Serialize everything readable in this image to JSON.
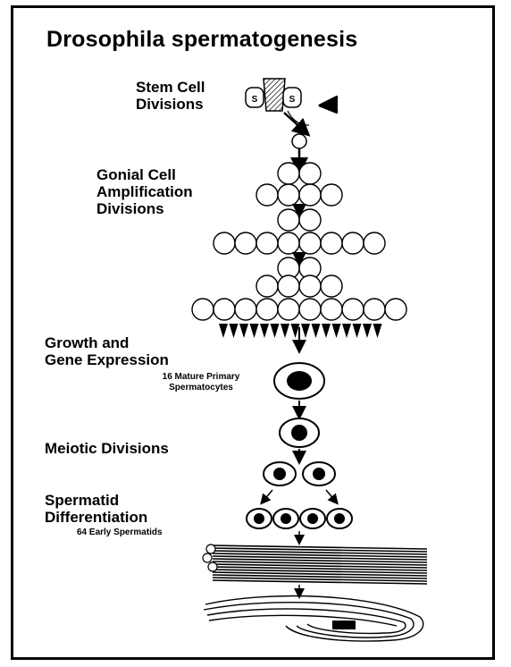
{
  "title": "Drosophila spermatogenesis",
  "stages": [
    {
      "line1": "Stem Cell",
      "line2": "Divisions"
    },
    {
      "line1": "Gonial Cell",
      "line2": "Amplification",
      "line3": "Divisions"
    },
    {
      "line1": "Growth and",
      "line2": "Gene Expression"
    },
    {
      "line1": "Meiotic Divisions"
    },
    {
      "line1": "Spermatid",
      "line2": "Differentiation"
    }
  ],
  "captions": {
    "spermatocytes_line1": "16 Mature Primary",
    "spermatocytes_line2": "Spermatocytes",
    "spermatids": "64 Early Spermatids"
  },
  "stem_cell_labels": [
    "S",
    "S"
  ],
  "colors": {
    "ink": "#000000",
    "background": "#ffffff"
  }
}
